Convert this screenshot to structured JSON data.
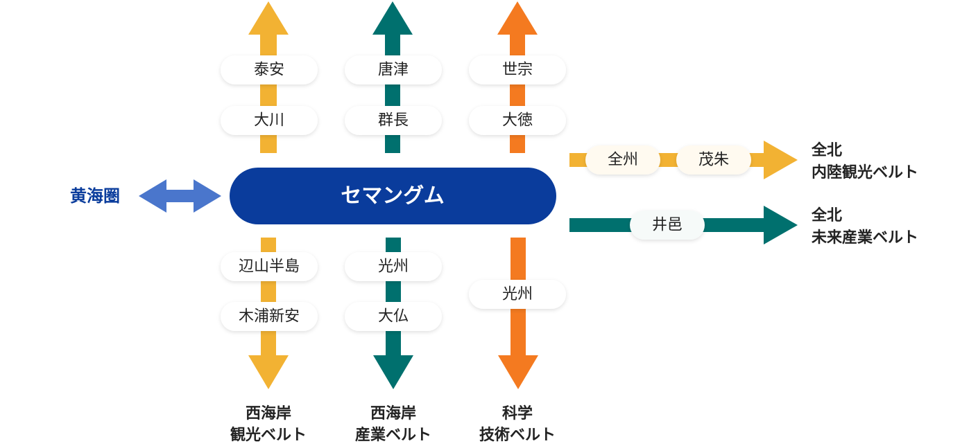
{
  "colors": {
    "yellow": "#f2b233",
    "teal": "#00706e",
    "orange": "#f47a20",
    "navy": "#0a3c9c",
    "blue_arrow": "#4a76cc",
    "pill_bg": "#ffffff",
    "pill_bg_light": "#fffaf0"
  },
  "center": {
    "label": "セマングム"
  },
  "west": {
    "label": "黄海圏",
    "arrow": "double-arrow-icon"
  },
  "north": {
    "yellow": [
      "泰安",
      "大川"
    ],
    "teal": [
      "唐津",
      "群長"
    ],
    "orange": [
      "世宗",
      "大徳"
    ]
  },
  "south": {
    "yellow": [
      "辺山半島",
      "木浦新安"
    ],
    "teal": [
      "光州",
      "大仏"
    ],
    "orange": [
      "光州"
    ]
  },
  "bottom_labels": {
    "yellow": [
      "西海岸",
      "観光ベルト"
    ],
    "teal": [
      "西海岸",
      "産業ベルト"
    ],
    "orange": [
      "科学",
      "技術ベルト"
    ]
  },
  "east": {
    "tourism": {
      "stops": [
        "全州",
        "茂朱"
      ],
      "label": [
        "全北",
        "内陸観光ベルト"
      ]
    },
    "industry": {
      "stops": [
        "井邑"
      ],
      "label": [
        "全北",
        "未来産業ベルト"
      ]
    }
  }
}
